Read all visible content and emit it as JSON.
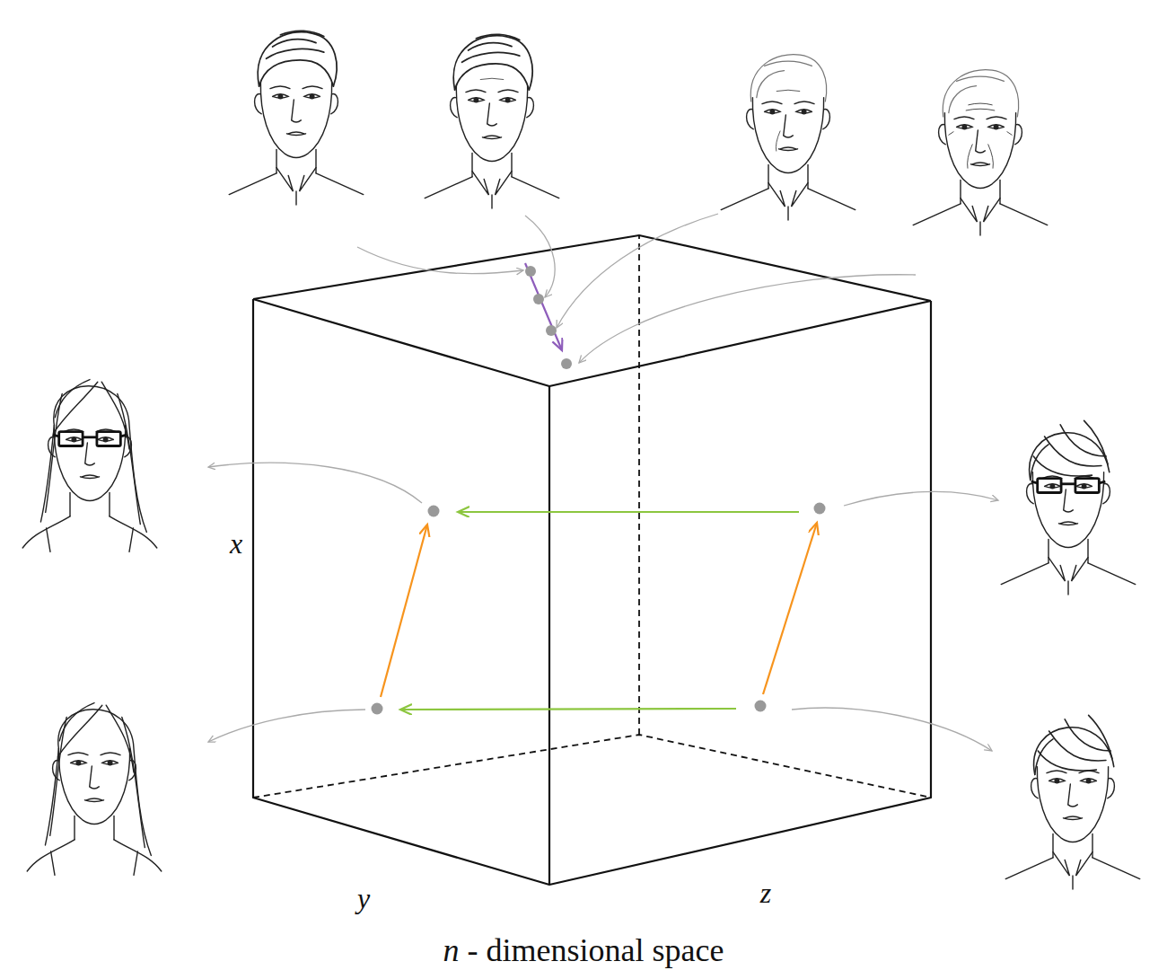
{
  "diagram": {
    "caption": "n - dimensional space",
    "labels": [
      "x",
      "y",
      "z"
    ]
  }
}
